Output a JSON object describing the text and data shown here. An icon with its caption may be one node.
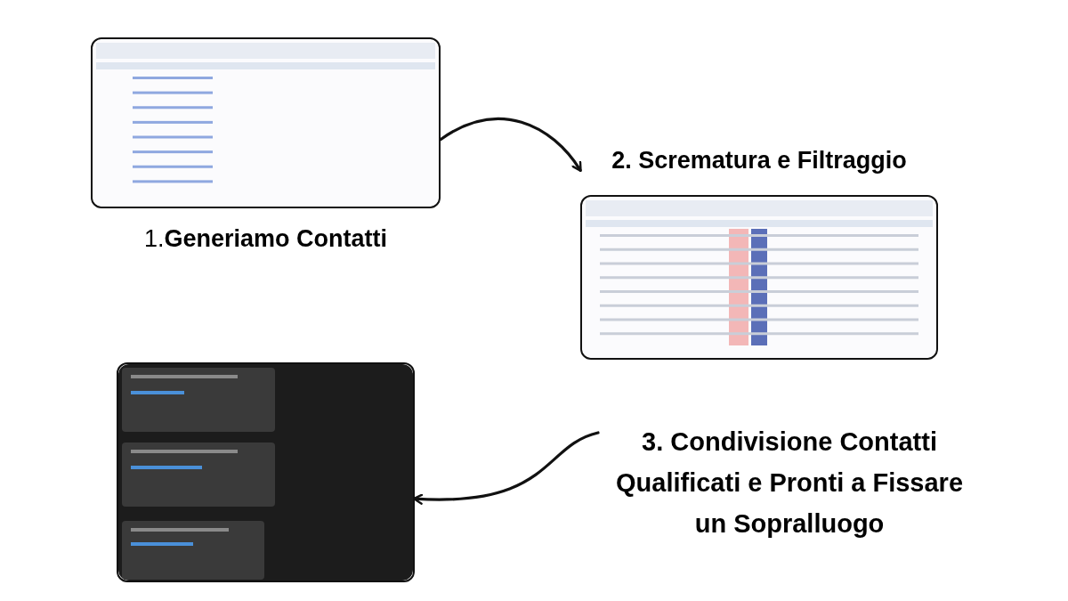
{
  "diagram": {
    "nodes": [
      {
        "text": [],
        "shape": "picture",
        "beside": [
          "1.**Generiamo Contatti**"
        ]
      },
      {
        "text": [],
        "shape": "picture",
        "beside": [
          "2. Scrematura e Filtraggio"
        ]
      },
      {
        "text": [],
        "shape": "picture"
      },
      {
        "text": [
          "3. Condivisione Contatti Qualificati e Pronti a Fissare un Sopralluogo"
        ]
      }
    ],
    "edges": [
      {
        "from": 0,
        "to": 1,
        "arrow": "to"
      },
      {
        "from": 3,
        "to": 2,
        "arrow": "to"
      }
    ]
  }
}
